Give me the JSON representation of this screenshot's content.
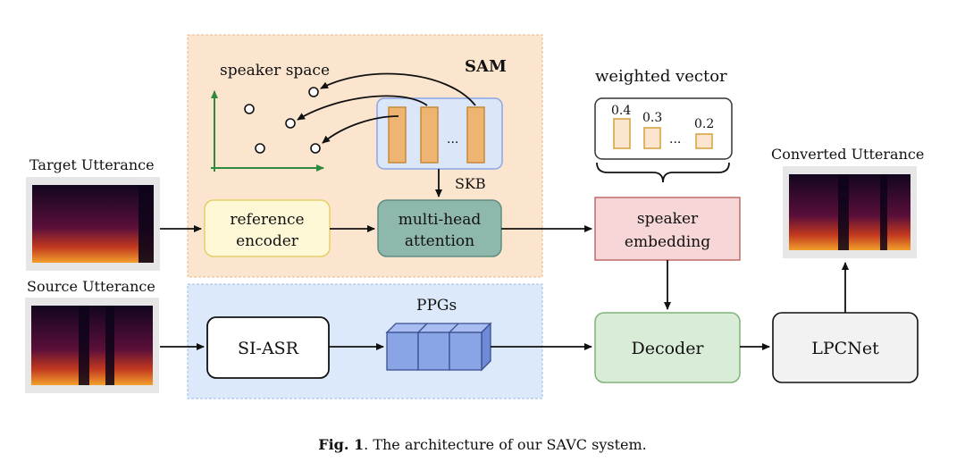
{
  "sam": {
    "title": "SAM",
    "space_label": "speaker space",
    "skb_label": "SKB",
    "ellipsis": "..."
  },
  "weighted": {
    "title": "weighted vector",
    "w1": "0.4",
    "w2": "0.3",
    "w3": "0.2",
    "ellipsis": "..."
  },
  "inputs": {
    "target": "Target Utterance",
    "source": "Source Utterance",
    "converted": "Converted Utterance"
  },
  "blocks": {
    "ref_line1": "reference",
    "ref_line2": "encoder",
    "mha_line1": "multi-head",
    "mha_line2": "attention",
    "spk_line1": "speaker",
    "spk_line2": "embedding",
    "si_asr": "SI-ASR",
    "decoder": "Decoder",
    "lpcnet": "LPCNet"
  },
  "ppgs": "PPGs",
  "caption": {
    "label": "Fig. 1",
    "text": ". The architecture of our SAVC system."
  },
  "colors": {
    "sam_bg": "#fbe5cf",
    "ppg_bg": "#dce9fb",
    "ref": "#fff8d6",
    "mha": "#8fb8ad",
    "spk": "#f6d6d6",
    "decoder": "#d9ecd7",
    "lpcnet": "#f2f2f2",
    "bar": "#eeb572",
    "cube": "#8aa5e6"
  }
}
